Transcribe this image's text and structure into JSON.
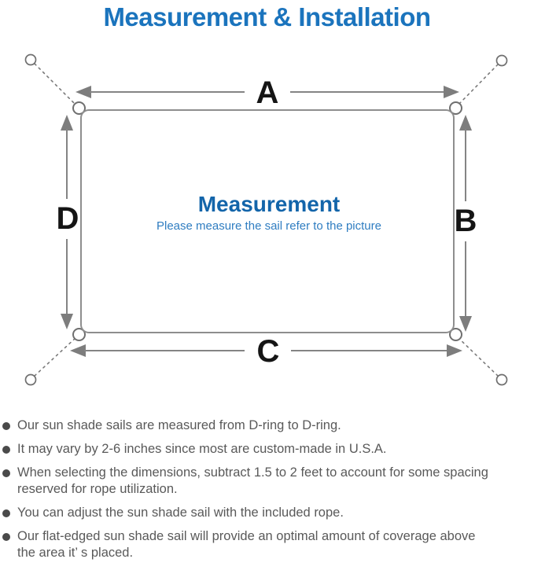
{
  "page": {
    "title": "Measurement & Installation"
  },
  "diagram": {
    "center_title": "Measurement",
    "center_subtitle": "Please measure the sail refer to the picture",
    "labels": {
      "a": "A",
      "b": "B",
      "c": "C",
      "d": "D"
    }
  },
  "notes": {
    "items": [
      {
        "text": "Our sun shade sails are measured from D-ring to D-ring."
      },
      {
        "text": "It may vary by 2-6 inches since most are custom-made in U.S.A."
      },
      {
        "text": "When selecting the dimensions, subtract 1.5 to 2 feet to account for some spacing\nreserved for rope utilization."
      },
      {
        "text": "You can adjust the sun shade sail with the included rope."
      },
      {
        "text": "Our flat-edged sun shade sail will provide an optimal amount of coverage above\nthe area it’ s placed."
      }
    ]
  },
  "colors": {
    "title_blue": "#1b74bd",
    "heading_blue": "#1365aa",
    "subtitle_blue": "#2f7dc1",
    "line_gray": "#848484",
    "text_gray": "#595959"
  }
}
